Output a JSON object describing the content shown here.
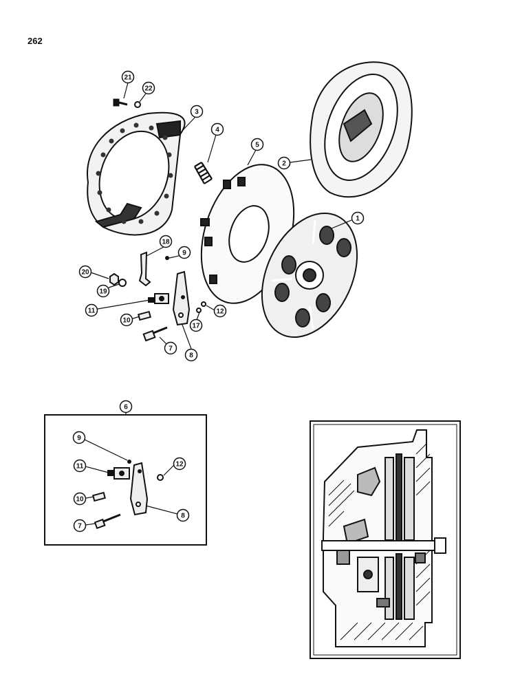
{
  "page_number": "262",
  "callouts": {
    "c1": "1",
    "c2": "2",
    "c3": "3",
    "c4": "4",
    "c5": "5",
    "c6": "6",
    "c7": "7",
    "c8": "8",
    "c9": "9",
    "c10": "10",
    "c11": "11",
    "c12": "12",
    "c17": "17",
    "c18": "18",
    "c19": "19",
    "c20": "20",
    "c21": "21",
    "c22": "22",
    "d7": "7",
    "d8": "8",
    "d9": "9",
    "d10": "10",
    "d11": "11",
    "d12": "12"
  }
}
